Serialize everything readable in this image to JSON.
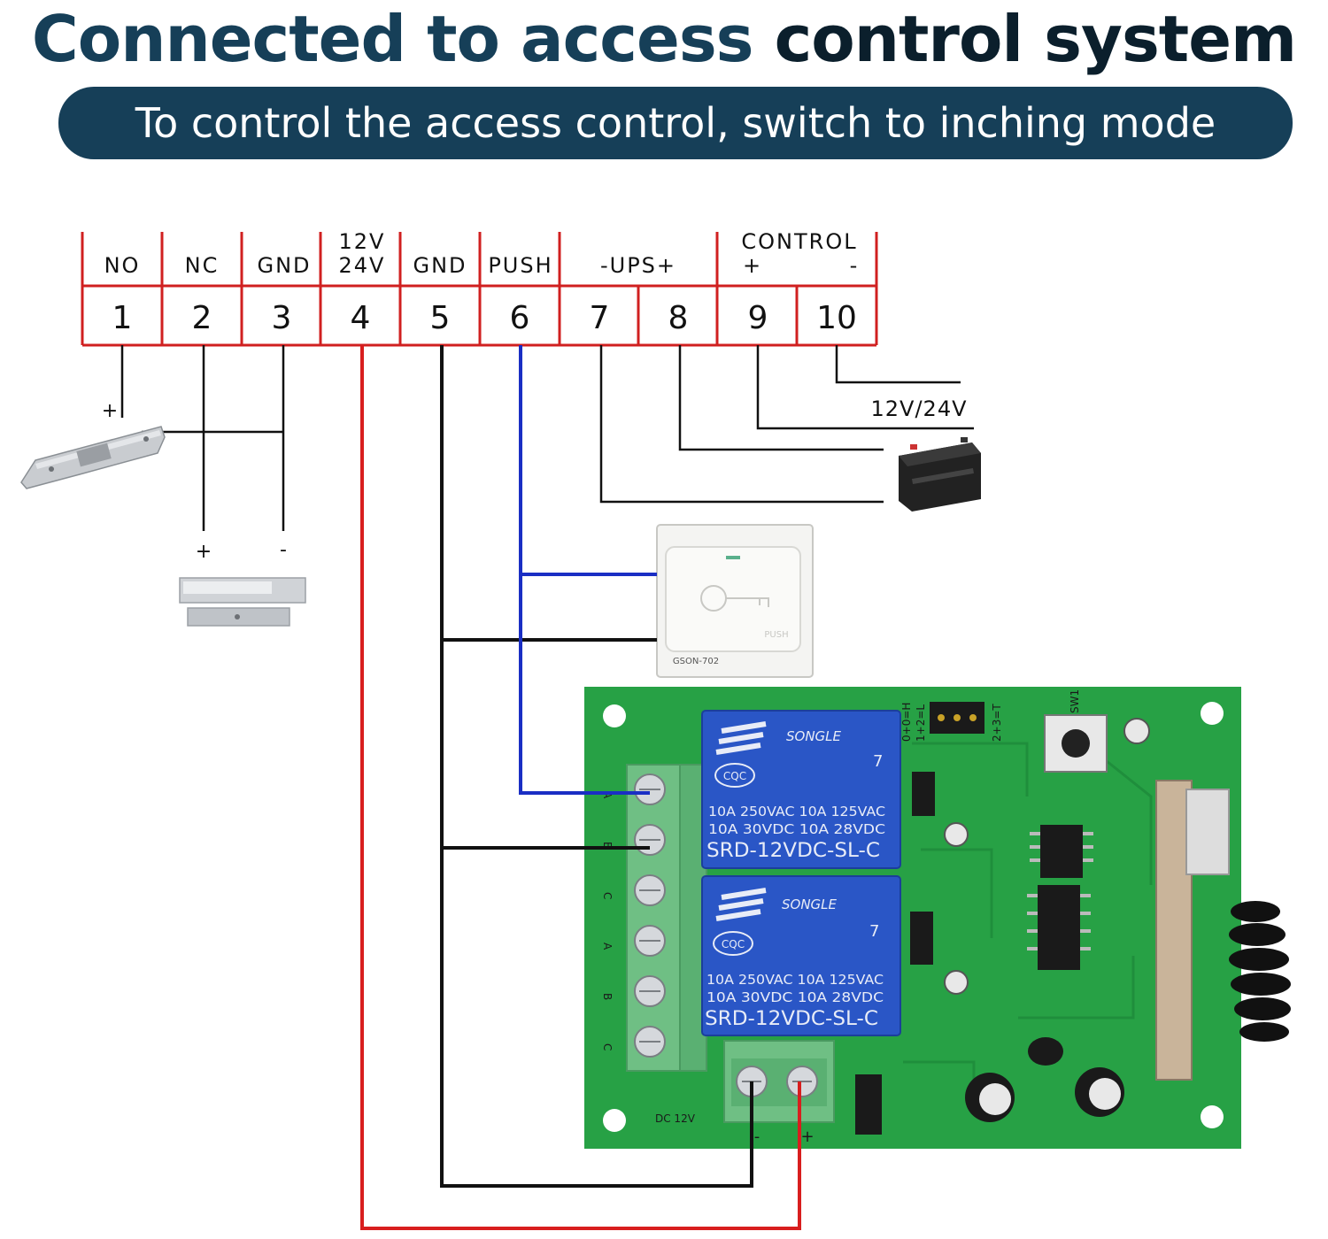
{
  "title": {
    "part1": "Connected to access",
    "part2": "control system"
  },
  "subtitle": "To control the access control, switch to inching mode",
  "terminals": [
    {
      "number": "1",
      "label": "NO"
    },
    {
      "number": "2",
      "label": "NC"
    },
    {
      "number": "3",
      "label": "GND"
    },
    {
      "number": "4",
      "label_top": "12V",
      "label_bottom": "24V"
    },
    {
      "number": "5",
      "label": "GND"
    },
    {
      "number": "6",
      "label": "PUSH"
    },
    {
      "number": "7"
    },
    {
      "number": "8"
    },
    {
      "number": "9"
    },
    {
      "number": "10"
    }
  ],
  "group_labels": {
    "ups": "-UPS+",
    "control": "CONTROL",
    "control_plus": "+",
    "control_minus": "-"
  },
  "wire_labels": {
    "supply": "12V/24V",
    "plus": "+",
    "minus": "-"
  },
  "button": {
    "brand": "GSON-702",
    "text": "PUSH"
  },
  "board": {
    "relay_brand": "SONGLE",
    "relay_rating_1": "10A 250VAC  10A 125VAC",
    "relay_rating_2": "10A  30VDC  10A  28VDC",
    "relay_model": "SRD-12VDC-SL-C",
    "relay_cert": "CQC",
    "relay_pin": "7",
    "dc_label": "DC 12V",
    "dc_minus": "-",
    "dc_plus": "+",
    "sw_label": "SW1",
    "jumper_label_1": "0+0=H",
    "jumper_label_2": "1+2=L",
    "jumper_label_3": "2+3=T",
    "terminal_labels": [
      "A",
      "B",
      "C",
      "A",
      "B",
      "C"
    ]
  },
  "colors": {
    "accent": "#163f58",
    "header_line": "#d02020",
    "wire_red": "#d81e1e",
    "wire_blue": "#1a2ec4",
    "wire_black": "#111111",
    "pcb": "#27a145",
    "relay": "#2a56c6",
    "terminal_green": "#76c28a"
  }
}
